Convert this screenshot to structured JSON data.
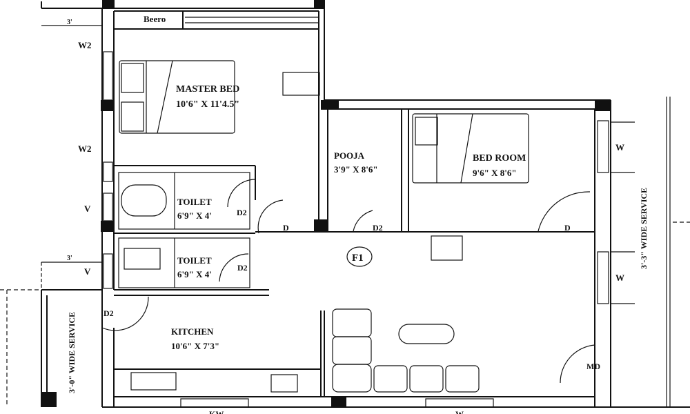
{
  "plan": {
    "rooms": {
      "beero": "Beero",
      "master_bed": {
        "name": "MASTER BED",
        "size": "10'6\" X 11'4.5\""
      },
      "pooja": {
        "name": "POOJA",
        "size": "3'9\" X 8'6\""
      },
      "bed_room": {
        "name": "BED ROOM",
        "size": "9'6\" X 8'6\""
      },
      "toilet_1": {
        "name": "TOILET",
        "size": "6'9\" X 4'"
      },
      "toilet_2": {
        "name": "TOILET",
        "size": "6'9\" X 4'"
      },
      "kitchen": {
        "name": "KITCHEN",
        "size": "10'6\" X 7'3\""
      },
      "flat_tag": "F1"
    },
    "openings": {
      "w2_top": "W2",
      "w2_mid": "W2",
      "v_top": "V",
      "v_bottom": "V",
      "d2_toilet1": "D2",
      "d2_toilet2": "D2",
      "d_hall": "D",
      "d2_pooja": "D2",
      "d_bedroom": "D",
      "w_right_top": "W",
      "w_right_bottom": "W",
      "d2_kitchen": "D2",
      "md": "MD",
      "kw_bottom": "KW",
      "w_bottom": "W"
    },
    "dimensions": {
      "top_left": "3'",
      "mid_left": "3'",
      "service_left": "3'-0\" WIDE SERVICE",
      "service_right": "3'-3\" WIDE SERVICE"
    }
  }
}
